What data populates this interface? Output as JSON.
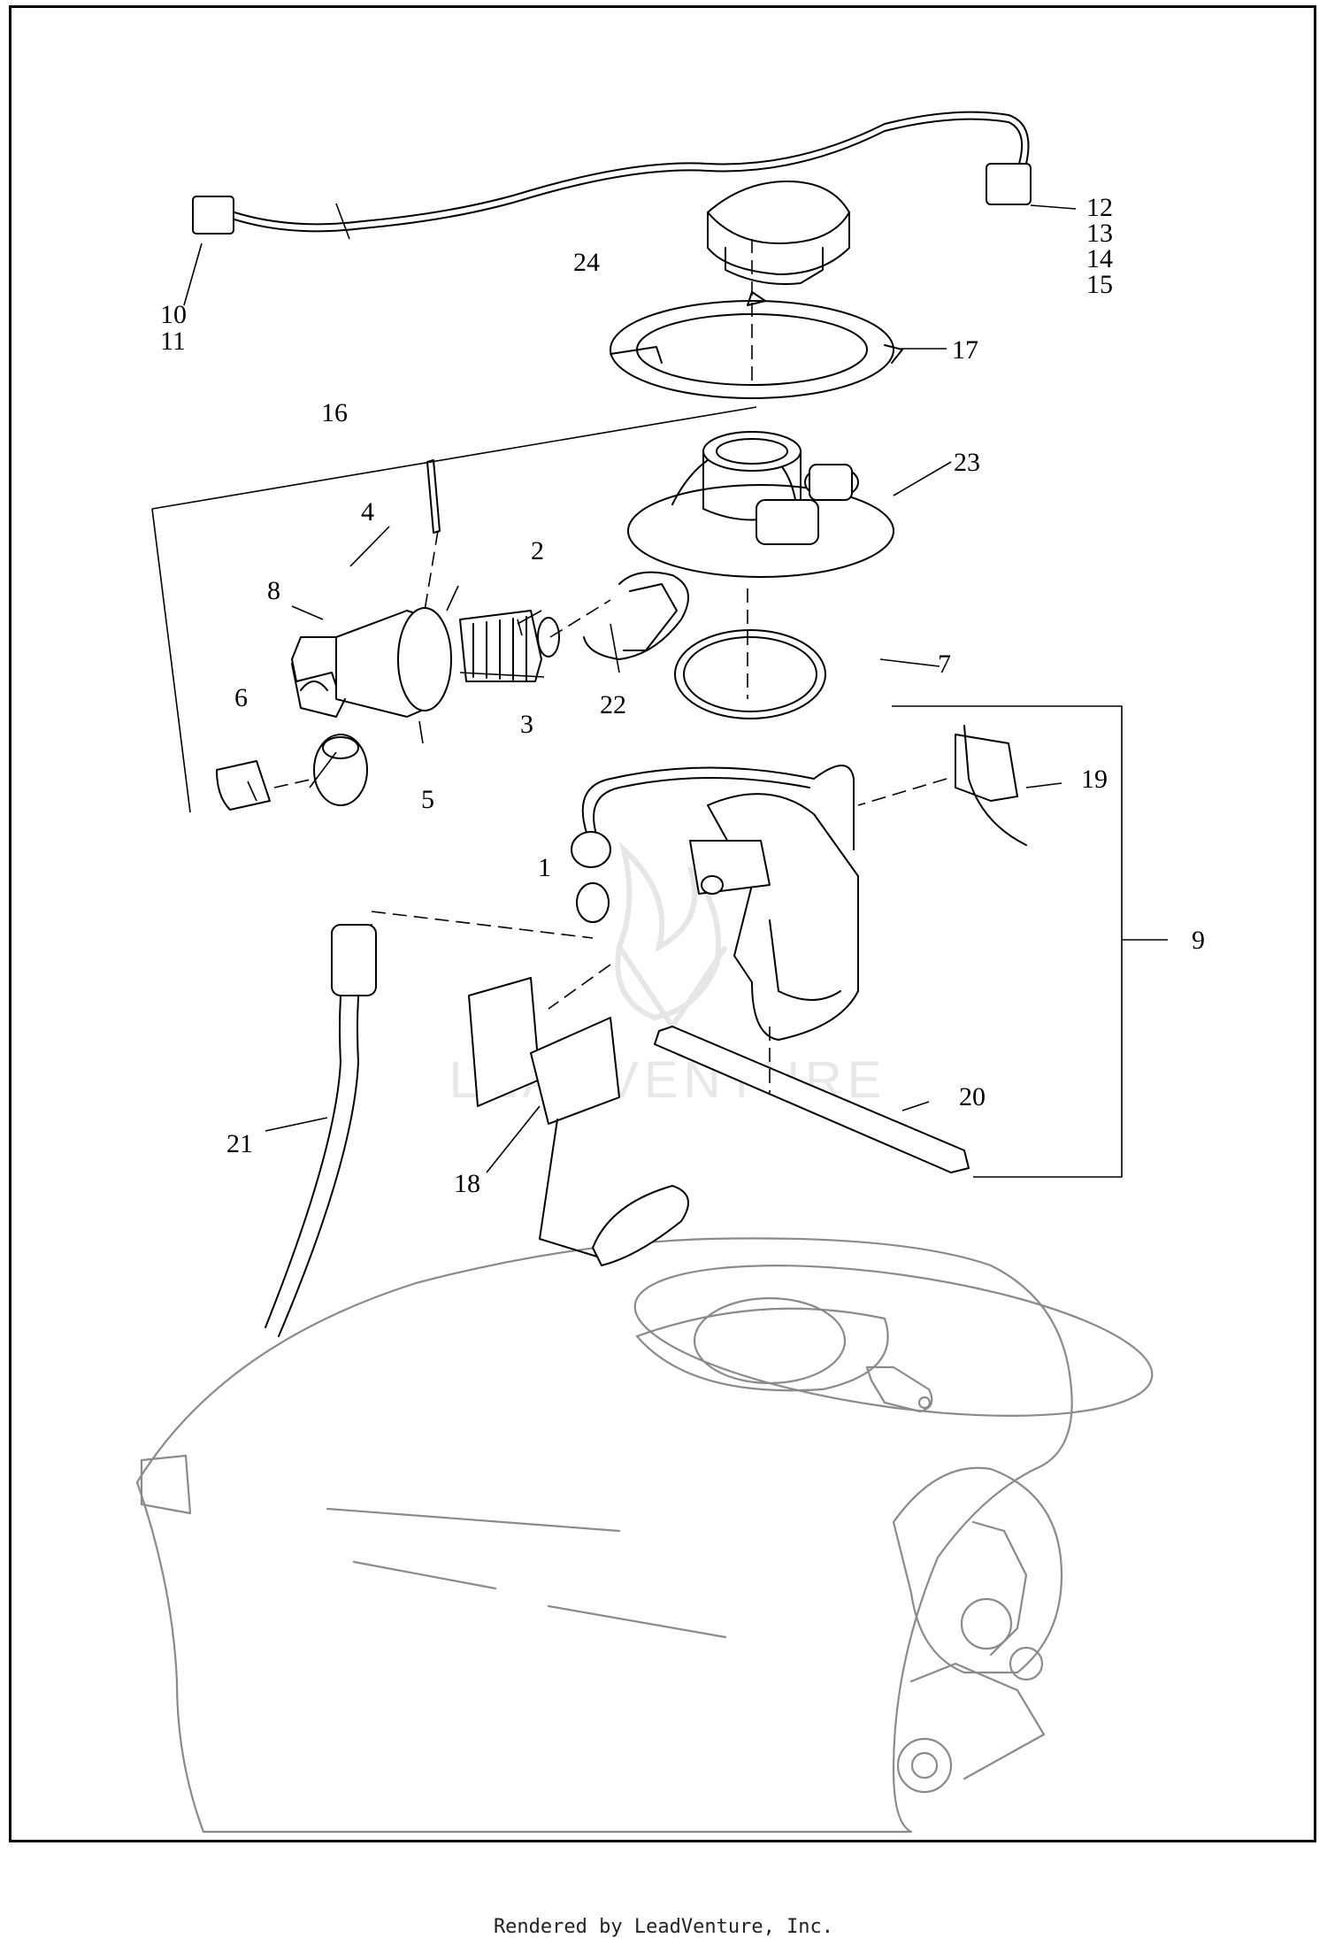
{
  "footer": "Rendered by LeadVenture, Inc.",
  "watermark": "LEADVENTURE",
  "callouts": {
    "c1": "1",
    "c2": "2",
    "c3": "3",
    "c4": "4",
    "c5": "5",
    "c6": "6",
    "c7": "7",
    "c8": "8",
    "c9": "9",
    "c10": "10",
    "c11": "11",
    "c12": "12",
    "c13": "13",
    "c14": "14",
    "c15": "15",
    "c16": "16",
    "c17": "17",
    "c18": "18",
    "c19": "19",
    "c20": "20",
    "c21": "21",
    "c22": "22",
    "c23": "23",
    "c24": "24"
  }
}
